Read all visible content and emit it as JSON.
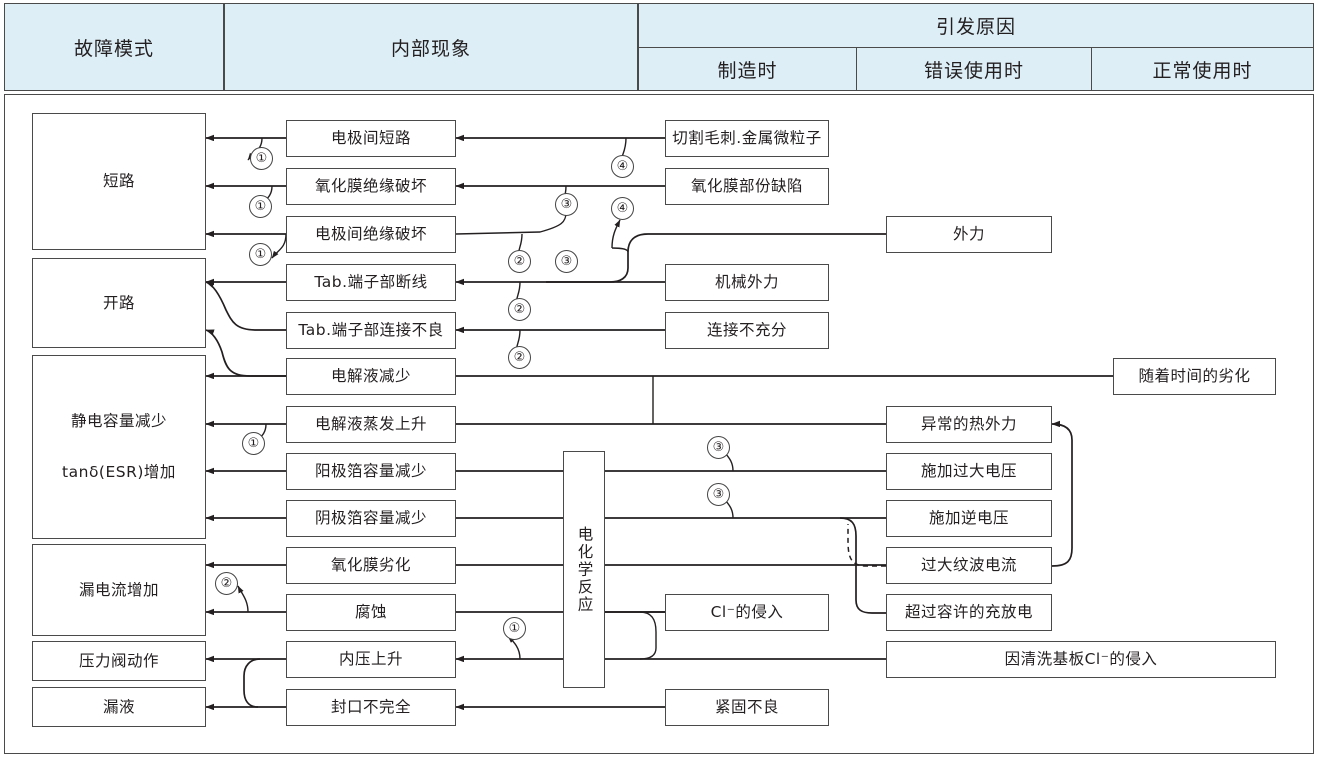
{
  "header": {
    "col_failure_mode": "故障模式",
    "col_internal": "内部现象",
    "col_cause": "引发原因",
    "sub_manufacture": "制造时",
    "sub_misuse": "错误使用时",
    "sub_normal": "正常使用时"
  },
  "failure_modes": [
    {
      "label": "短路"
    },
    {
      "label": "开路"
    },
    {
      "label_1": "静电容量减少",
      "label_2": "tanδ(ESR)增加"
    },
    {
      "label": "漏电流增加"
    },
    {
      "label": "压力阀动作"
    },
    {
      "label": "漏液"
    }
  ],
  "internal_phenomena": [
    {
      "label": "电极间短路"
    },
    {
      "label": "氧化膜绝缘破坏"
    },
    {
      "label": "电极间绝缘破坏"
    },
    {
      "label": "Tab.端子部断线"
    },
    {
      "label": "Tab.端子部连接不良"
    },
    {
      "label": "电解液减少"
    },
    {
      "label": "电解液蒸发上升"
    },
    {
      "label": "阳极箔容量减少"
    },
    {
      "label": "阴极箔容量减少"
    },
    {
      "label": "氧化膜劣化"
    },
    {
      "label": "腐蚀"
    },
    {
      "label": "内压上升"
    },
    {
      "label": "封口不完全"
    }
  ],
  "reaction_box": {
    "label": "电化学反应"
  },
  "causes_manufacture": [
    {
      "label": "切割毛刺.金属微粒子"
    },
    {
      "label": "氧化膜部份缺陷"
    },
    {
      "label": "机械外力"
    },
    {
      "label": "连接不充分"
    },
    {
      "label": "Cl⁻的侵入"
    }
  ],
  "causes_misuse": [
    {
      "label": "外力"
    },
    {
      "label": "异常的热外力"
    },
    {
      "label": "施加过大电压"
    },
    {
      "label": "施加逆电压"
    },
    {
      "label": "过大纹波电流"
    },
    {
      "label": "超过容许的充放电"
    },
    {
      "label": "因清洗基板Cl⁻的侵入"
    },
    {
      "label": "紧固不良"
    }
  ],
  "causes_normal": [
    {
      "label": "随着时间的劣化"
    }
  ],
  "markers": [
    {
      "id": "m1",
      "text": "①"
    },
    {
      "id": "m2",
      "text": "①"
    },
    {
      "id": "m3",
      "text": "①"
    },
    {
      "id": "m4",
      "text": "①"
    },
    {
      "id": "m5",
      "text": "②"
    },
    {
      "id": "m6",
      "text": "②"
    },
    {
      "id": "m7",
      "text": "②"
    },
    {
      "id": "m8",
      "text": "②"
    },
    {
      "id": "m9",
      "text": "③"
    },
    {
      "id": "m10",
      "text": "③"
    },
    {
      "id": "m11",
      "text": "③"
    },
    {
      "id": "m12",
      "text": "③"
    },
    {
      "id": "m13",
      "text": "④"
    },
    {
      "id": "m14",
      "text": "④"
    },
    {
      "id": "m15",
      "text": "①"
    }
  ],
  "colors": {
    "header_fill": "#ddeef7",
    "line": "#231f20",
    "border": "#4a4a4a"
  }
}
